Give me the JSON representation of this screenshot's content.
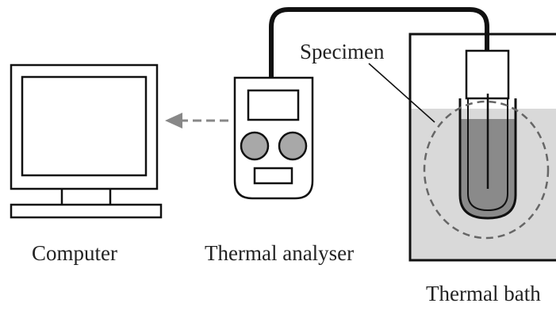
{
  "labels": {
    "computer": "Computer",
    "thermal_analyser": "Thermal analyser",
    "thermal_bath": "Thermal bath",
    "specimen": "Specimen"
  },
  "colors": {
    "stroke": "#111111",
    "liquid": "#d9d9d9",
    "specimen_fill": "#8a8a8a",
    "arrow": "#888888",
    "highlight_circle": "#666666"
  }
}
